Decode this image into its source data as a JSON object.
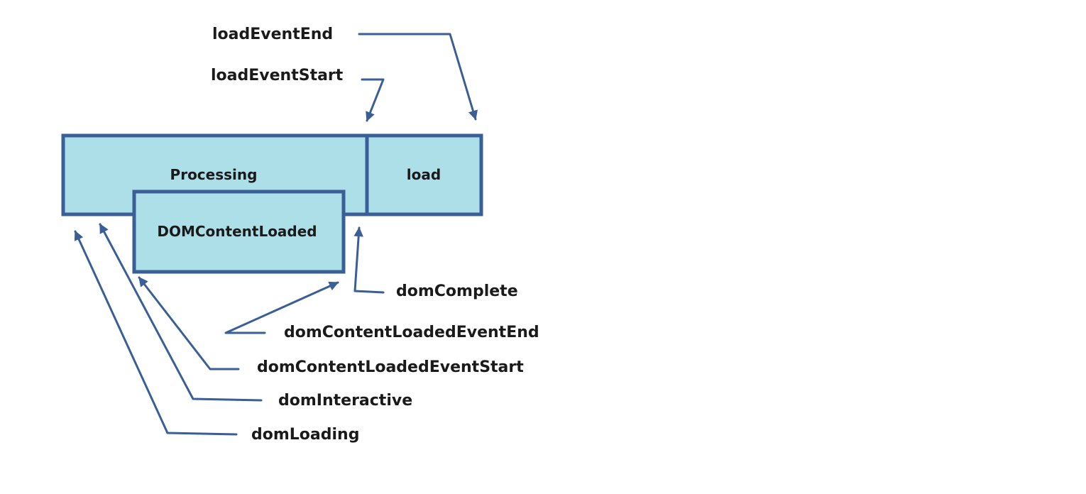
{
  "colors": {
    "box_fill": "#addfe9",
    "box_border": "#3a5f96",
    "arrow": "#3a5f96",
    "text": "#1a1a1a"
  },
  "boxes": {
    "processing": "Processing",
    "load": "load",
    "dom_content_loaded": "DOMContentLoaded"
  },
  "callouts": {
    "load_event_end": "loadEventEnd",
    "load_event_start": "loadEventStart",
    "dom_complete": "domComplete",
    "dom_content_loaded_event_end": "domContentLoadedEventEnd",
    "dom_content_loaded_event_start": "domContentLoadedEventStart",
    "dom_interactive": "domInteractive",
    "dom_loading": "domLoading"
  }
}
